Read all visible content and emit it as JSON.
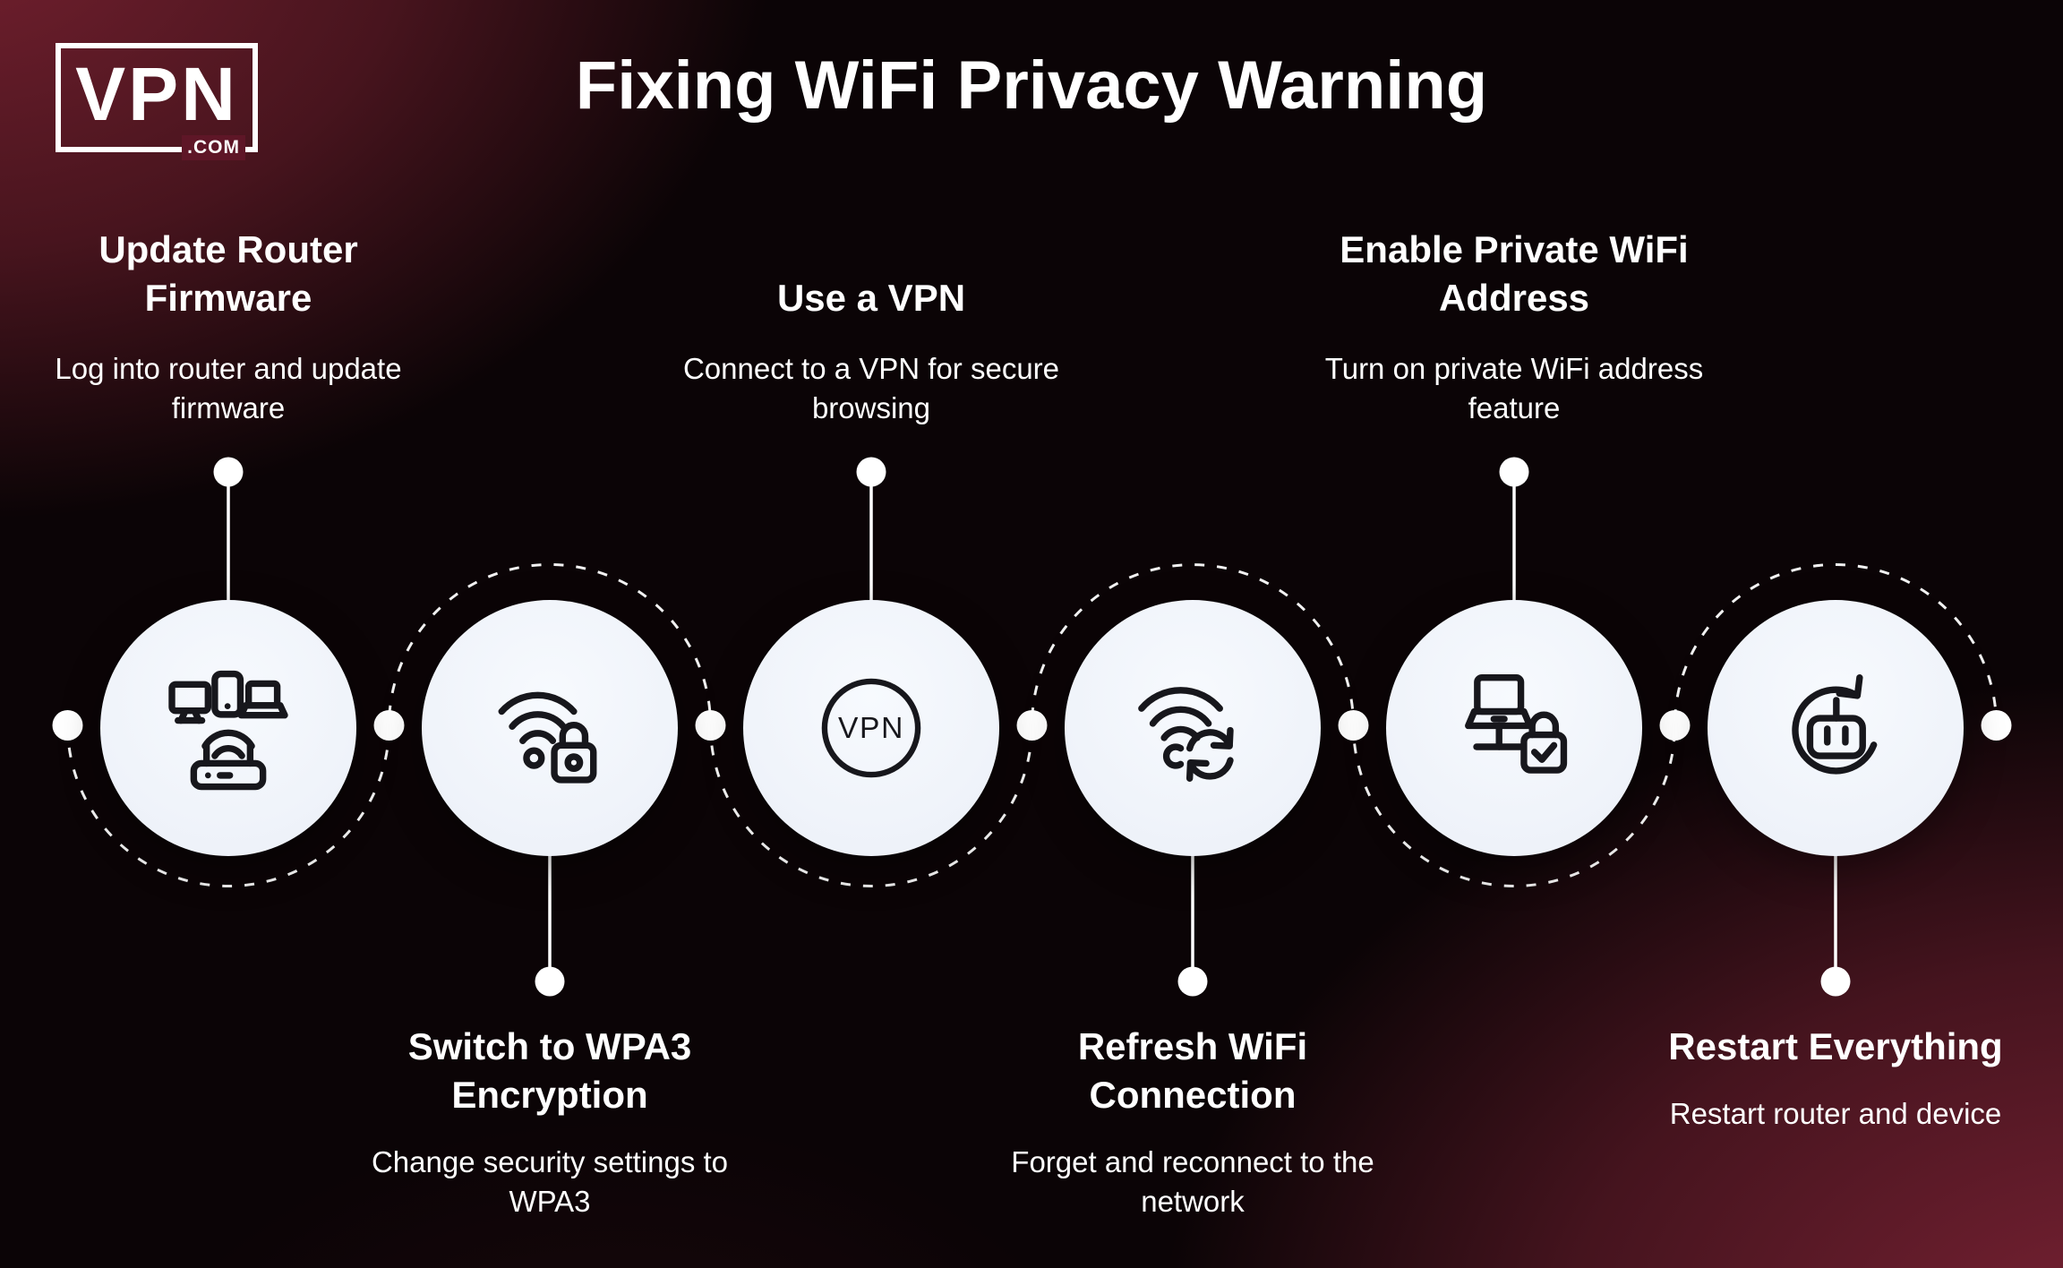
{
  "logo": {
    "text": "VPN",
    "tld": ".COM"
  },
  "title": "Fixing WiFi Privacy Warning",
  "badge": {
    "vpn": "VPN"
  },
  "steps": [
    {
      "id": 1,
      "text_position": "above",
      "title": "Update Router Firmware",
      "description": "Log into router and update firmware",
      "icon": "devices-router-icon"
    },
    {
      "id": 2,
      "text_position": "below",
      "title": "Switch to WPA3 Encryption",
      "description": "Change security settings to WPA3",
      "icon": "wifi-lock-icon"
    },
    {
      "id": 3,
      "text_position": "above",
      "title": "Use a VPN",
      "description": "Connect to a VPN for secure browsing",
      "icon": "vpn-badge-icon"
    },
    {
      "id": 4,
      "text_position": "below",
      "title": "Refresh WiFi Connection",
      "description": "Forget and reconnect to the network",
      "icon": "wifi-refresh-icon"
    },
    {
      "id": 5,
      "text_position": "above",
      "title": "Enable Private WiFi Address",
      "description": "Turn on private WiFi address feature",
      "icon": "laptop-lock-check-icon"
    },
    {
      "id": 6,
      "text_position": "below",
      "title": "Restart Everything",
      "description": "Restart router and device",
      "icon": "router-restart-icon"
    }
  ],
  "colors": {
    "background_base": "#0b0406",
    "glow_maroon": "#74202f",
    "circle_fill": "#f2f5fb",
    "icon_stroke": "#17171c",
    "text": "#ffffff"
  }
}
